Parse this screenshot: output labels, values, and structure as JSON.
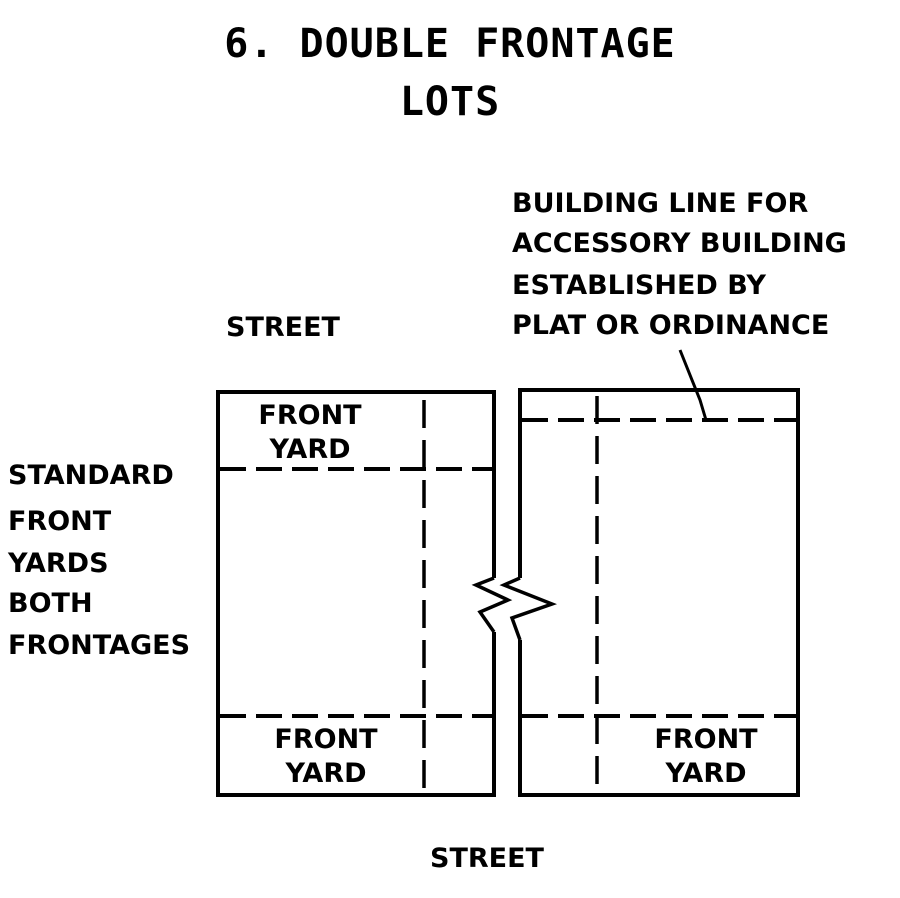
{
  "title": {
    "line1": "6. DOUBLE FRONTAGE",
    "line2": "LOTS"
  },
  "labels": {
    "street_top": "STREET",
    "street_bottom": "STREET",
    "standard_front_yards": [
      "STANDARD",
      "FRONT",
      "YARDS",
      "BOTH",
      "FRONTAGES"
    ],
    "building_line_note": [
      "BUILDING LINE FOR",
      "ACCESSORY BUILDING",
      "ESTABLISHED BY",
      "PLAT OR ORDINANCE"
    ],
    "left_lot_top_yard": [
      "FRONT",
      "YARD"
    ],
    "left_lot_bottom_yard": [
      "FRONT",
      "YARD"
    ],
    "right_lot_bottom_yard": [
      "FRONT",
      "YARD"
    ]
  }
}
